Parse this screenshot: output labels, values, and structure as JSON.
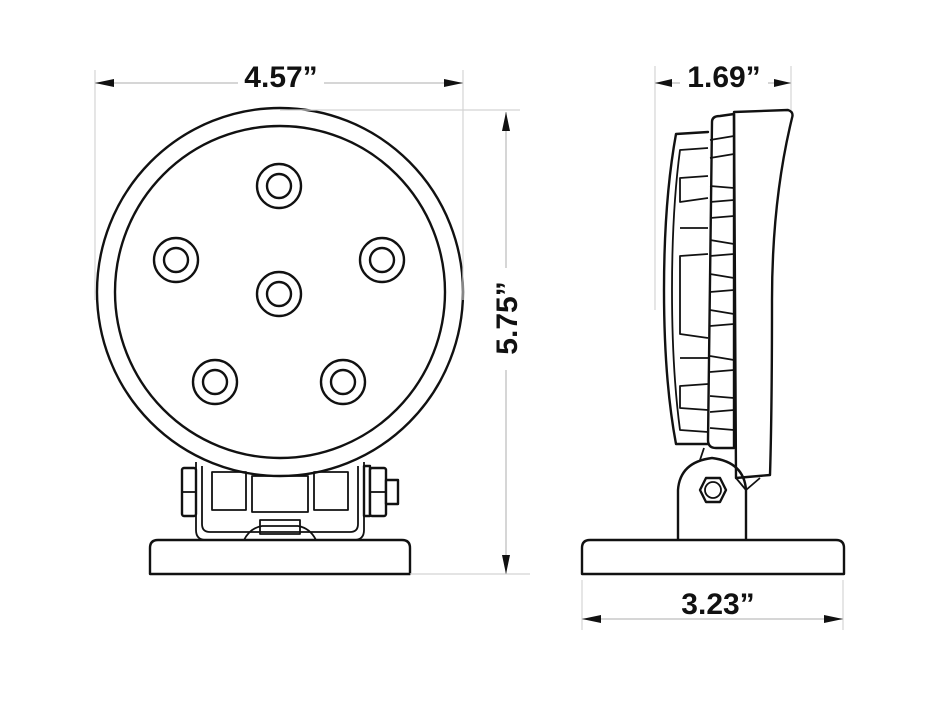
{
  "diagram": {
    "type": "technical-dimension-drawing",
    "subject": "round LED work light with pedestal base",
    "colors": {
      "ink": "#111111",
      "dimension_line": "#c8c8c8",
      "background": "#ffffff"
    },
    "front_view": {
      "led_count": 6,
      "width_dimension": {
        "label": "4.57”",
        "value_in": 4.57
      },
      "height_dimension": {
        "label": "5.75”",
        "value_in": 5.75
      }
    },
    "side_view": {
      "depth_dimension": {
        "label": "1.69”",
        "value_in": 1.69
      },
      "base_dimension": {
        "label": "3.23”",
        "value_in": 3.23
      }
    }
  }
}
